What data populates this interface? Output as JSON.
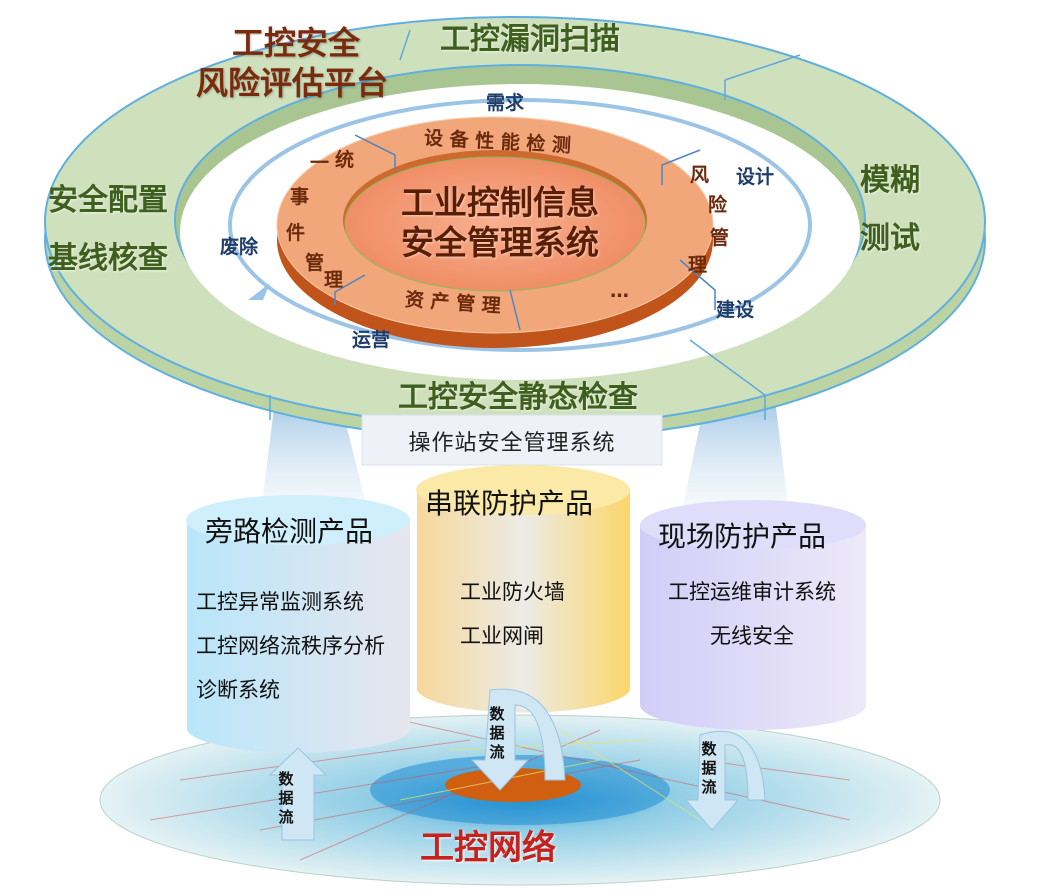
{
  "outer_ring": {
    "top_left": [
      "工控安全",
      "风险评估平台"
    ],
    "top": "工控漏洞扫描",
    "right": [
      "模糊",
      "测试"
    ],
    "left": [
      "安全配置",
      "基线核查"
    ],
    "bottom": "工控安全静态检查"
  },
  "lifecycle": {
    "requirement": "需求",
    "design": "设计",
    "build": "建设",
    "operate": "运营",
    "retire": "废除"
  },
  "inner_ring": {
    "segment_top": "设 备 性 能 检 测",
    "segment_right": [
      "风",
      "险",
      "管",
      "理"
    ],
    "segment_left": [
      "一",
      "统",
      "事",
      "件",
      "管",
      "理"
    ],
    "segment_bottom": "资 产 管 理",
    "segment_more": "…",
    "center_title": [
      "工业控制信息",
      "安全管理系统"
    ]
  },
  "station": "操作站安全管理系统",
  "products": {
    "bypass": {
      "title": "旁路检测产品",
      "items": [
        "工控异常监测系统",
        "工控网络流秩序分析",
        "诊断系统"
      ]
    },
    "inline": {
      "title": "串联防护产品",
      "items": [
        "工业防火墙",
        "工业网闸"
      ]
    },
    "field": {
      "title": "现场防护产品",
      "items": [
        "工控运维审计系统",
        "无线安全"
      ]
    }
  },
  "data_flow": "数据流",
  "network": "工控网络",
  "colors": {
    "outer_ring": "#c9dcb6",
    "inner_ring": "#f2a77a",
    "inner_ring_side": "#c0541b",
    "bypass_cylinder": "#bfe8f8",
    "inline_cylinder": "#f9d77a",
    "field_cylinder": "#d2cdf7",
    "network_title": "#c8201a",
    "network_core": "#d06010"
  }
}
